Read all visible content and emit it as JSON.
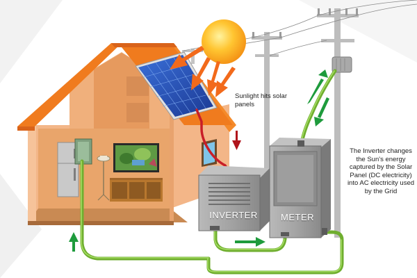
{
  "diagram": {
    "sunlight_label": "Sunlight hits solar panels",
    "inverter_note": "The Inverter changes the Sun's energy captured by the Solar Panel (DC electricity) into AC electricity used by the Grid",
    "inverter_box_label": "INVERTER",
    "meter_box_label": "METER"
  },
  "colors": {
    "sun": "#f7a21b",
    "roof": "#f07b1e",
    "wall": "#f6b98a",
    "interior": "#e8a56e",
    "solar_panel": "#2a4fb4",
    "inverter_box": "#9a9a9a",
    "meter_box": "#9a9a9a",
    "dc_wire": "#c81e28",
    "ac_wire": "#7cbf3a",
    "flow_arrow": "#1e9b3c",
    "sunray_arrow": "#f26a1b",
    "pole": "#b8b8b8"
  },
  "icons": [
    "sun-icon",
    "solar-panel-icon",
    "refrigerator-icon",
    "floor-lamp-icon",
    "television-icon",
    "inverter-icon",
    "meter-icon",
    "utility-pole-icon",
    "transformer-icon"
  ]
}
